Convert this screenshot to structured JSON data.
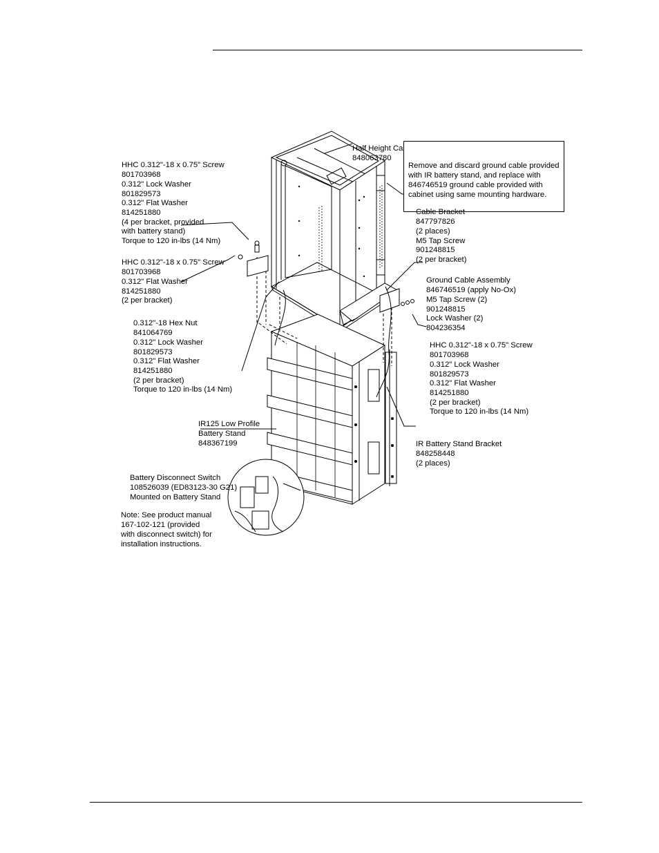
{
  "labels": {
    "cabinet": [
      "Half Height Cabinet",
      "848063780"
    ],
    "screw_top_left": [
      "HHC 0.312\"-18 x 0.75\" Screw",
      "801703968",
      "0.312\" Lock Washer",
      "801829573",
      "0.312\" Flat Washer",
      "814251880",
      "(4 per bracket, provided",
      "with battery stand)",
      "Torque to 120 in-lbs (14 Nm)"
    ],
    "screw_mid_left": [
      "HHC 0.312\"-18 x 0.75\" Screw",
      "801703968",
      "0.312\" Flat Washer",
      "814251880",
      "(2 per bracket)"
    ],
    "hex_nut": [
      "0.312\"-18 Hex Nut",
      "841064769",
      "0.312\" Lock Washer",
      "801829573",
      "0.312\" Flat Washer",
      "814251880",
      "(2 per bracket)",
      "Torque to 120 in-lbs (14 Nm)"
    ],
    "cable_bracket": [
      "Cable Bracket",
      "847797826",
      "(2 places)",
      "M5 Tap Screw",
      "901248815",
      "(2 per bracket)"
    ],
    "ground_cable": [
      "Ground Cable Assembly",
      "846746519 (apply No-Ox)",
      "M5 Tap Screw (2)",
      "901248815",
      "Lock Washer (2)",
      "804236354"
    ],
    "screw_right": [
      "HHC 0.312\"-18 x 0.75\" Screw",
      "801703968",
      "0.312\" Lock Washer",
      "801829573",
      "0.312\" Flat Washer",
      "814251880",
      "(2 per bracket)",
      "Torque to 120 in-lbs (14 Nm)"
    ],
    "battery_stand": [
      "IR125 Low Profile",
      "Battery Stand",
      "848367199"
    ],
    "stand_bracket": [
      "IR Battery Stand Bracket",
      "848258448",
      "(2 places)"
    ],
    "disconnect_switch": [
      "Battery Disconnect Switch",
      "108526039 (ED83123-30 G21)",
      "Mounted on Battery Stand"
    ],
    "note": [
      "Note: See product manual",
      "167-102-121 (provided",
      "with disconnect switch) for",
      "installation instructions."
    ]
  },
  "callout_box": [
    "Remove and discard ground cable provided",
    "with IR battery stand, and replace with",
    "846746519 ground cable provided with",
    "cabinet using same mounting hardware."
  ]
}
